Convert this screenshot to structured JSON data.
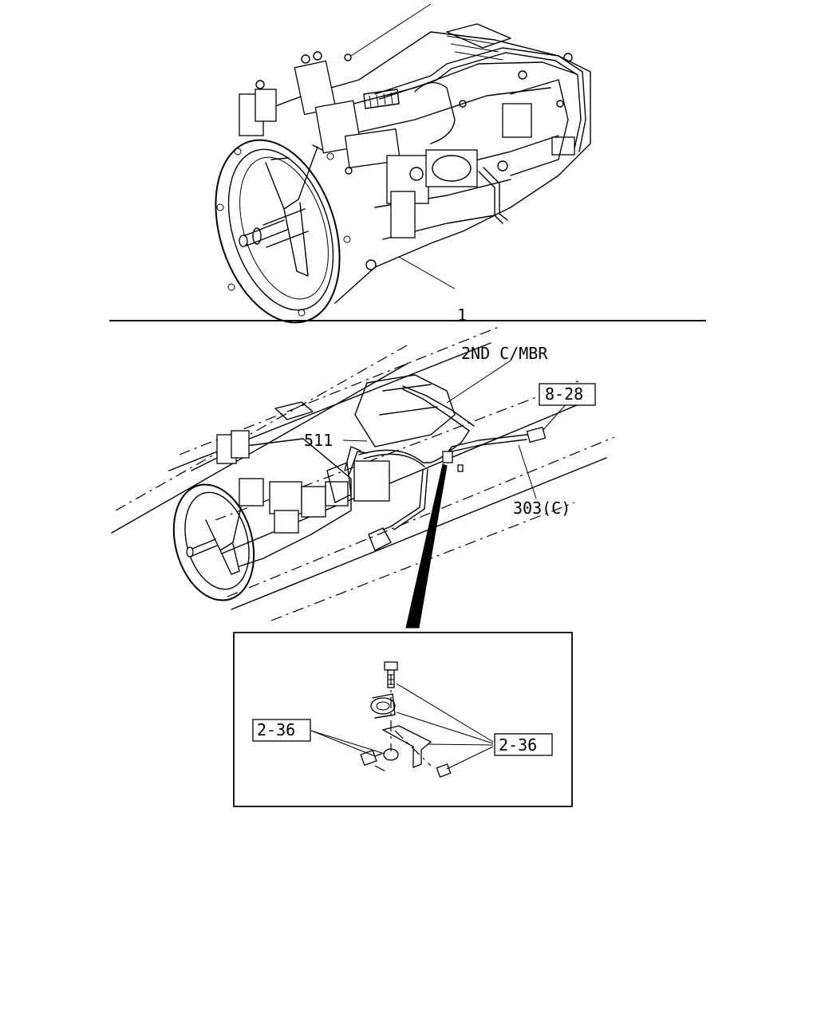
{
  "callouts": {
    "part_1": "1",
    "part_2nd_cmbr": "2ND C/MBR",
    "part_511": "511",
    "part_303c": "303(C)",
    "ref_8_28": "8-28",
    "ref_2_36_left": "2-36",
    "ref_2_36_right": "2-36"
  }
}
